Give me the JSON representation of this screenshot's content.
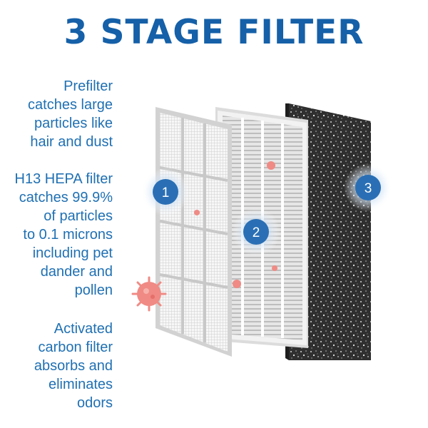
{
  "title": "3 STAGE FILTER",
  "stages": [
    {
      "number": "1",
      "description": "Prefilter\ncatches large\nparticles like\nhair and dust"
    },
    {
      "number": "2",
      "description": "H13 HEPA filter\ncatches 99.9%\nof particles\nto 0.1 microns\nincluding pet\ndander and\npollen"
    },
    {
      "number": "3",
      "description": "Activated\ncarbon filter\nabsorbs and\neliminates\nodors"
    }
  ],
  "colors": {
    "brand_blue": "#1560a8",
    "badge_blue": "#2a6fb5",
    "particle": "#f08a84",
    "carbon": "#2f2f2f"
  },
  "icons": [
    "particle-icon",
    "pollen-icon"
  ]
}
